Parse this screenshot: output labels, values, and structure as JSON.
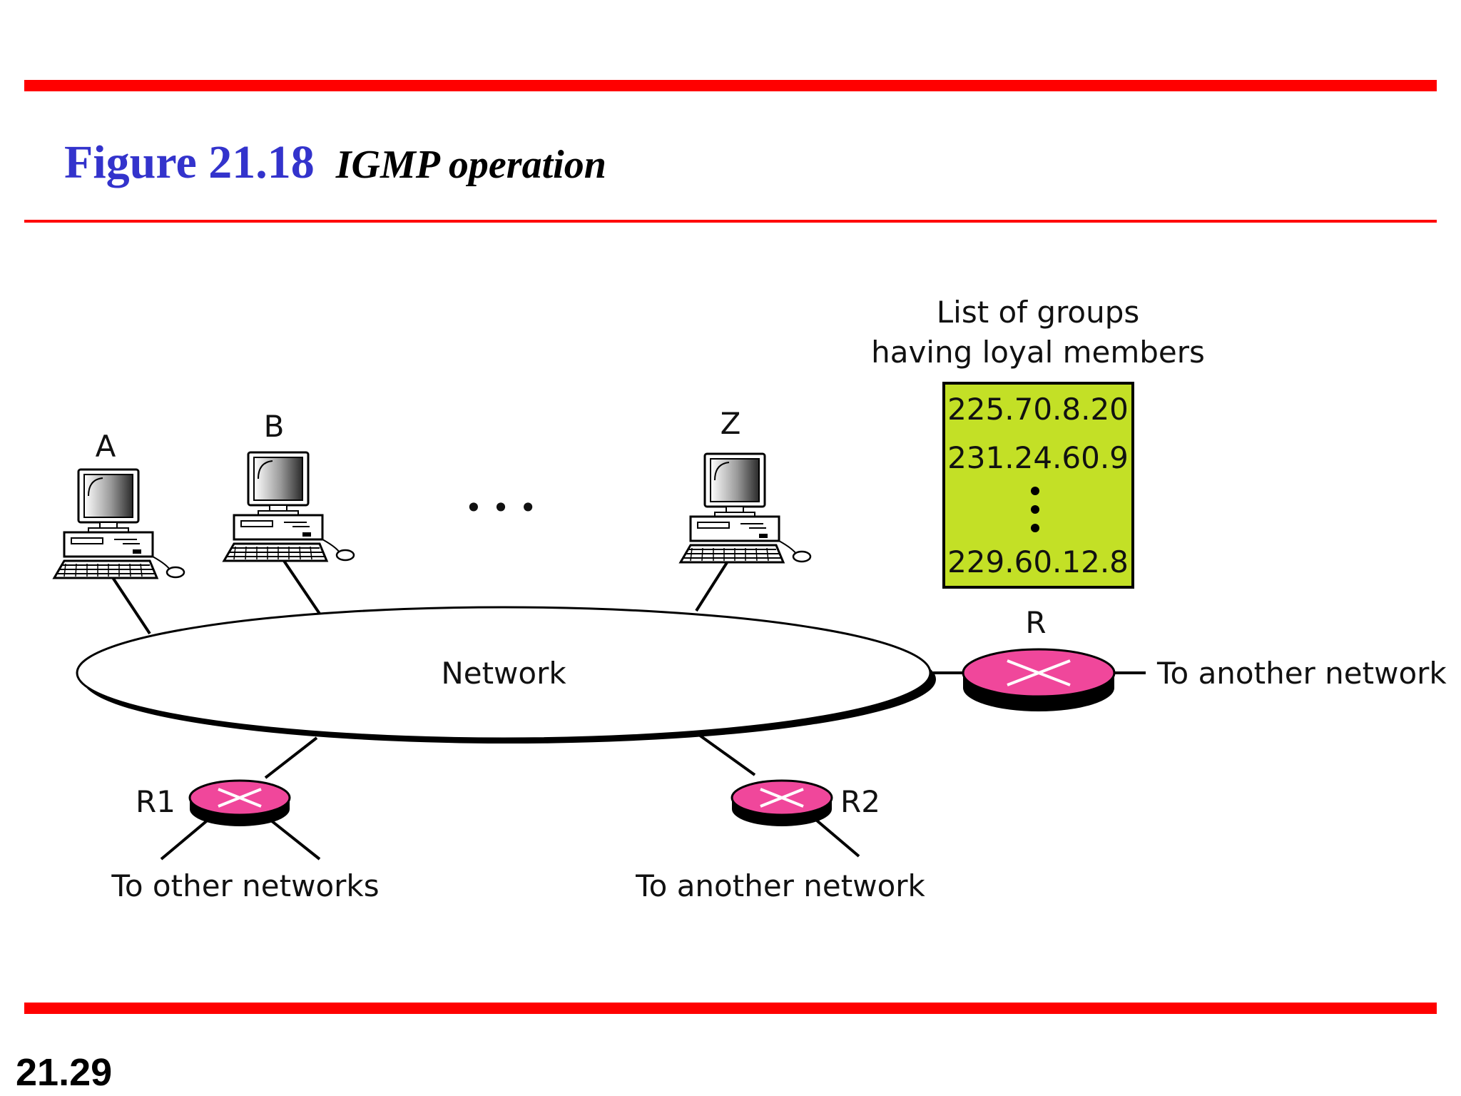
{
  "figure": {
    "number": "Figure 21.18",
    "caption": "IGMP operation"
  },
  "slide_number": "21.29",
  "hosts": [
    {
      "id": "A",
      "label": "A"
    },
    {
      "id": "B",
      "label": "B"
    },
    {
      "id": "Z",
      "label": "Z"
    }
  ],
  "ellipsis": "• • •",
  "network_label": "Network",
  "group_list": {
    "heading_line1": "List of groups",
    "heading_line2": "having loyal members",
    "entries": [
      "225.70.8.20",
      "231.24.60.9",
      "229.60.12.8"
    ],
    "box_color": "#c3e026"
  },
  "routers": {
    "R": {
      "label": "R",
      "link_label": "To another network"
    },
    "R1": {
      "label": "R1",
      "link_label": "To other networks"
    },
    "R2": {
      "label": "R2",
      "link_label": "To another network"
    },
    "color": "#f0479b"
  },
  "colors": {
    "rule": "#ff0000",
    "figure_number": "#3333cc"
  }
}
